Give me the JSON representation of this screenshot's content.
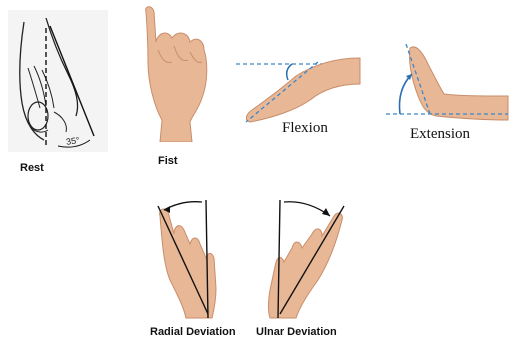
{
  "labels": {
    "rest": "Rest",
    "fist": "Fist",
    "flexion": "Flexion",
    "extension": "Extension",
    "radial_deviation": "Radial Deviation",
    "ulnar_deviation": "Ulnar Deviation"
  },
  "rest_angle": "35°",
  "colors": {
    "skin": "#e8b896",
    "skin_shadow": "#c98d6a",
    "reference_line": "#3a86c8",
    "angle_arc": "#2b6fb0",
    "axis_line": "#111111"
  }
}
